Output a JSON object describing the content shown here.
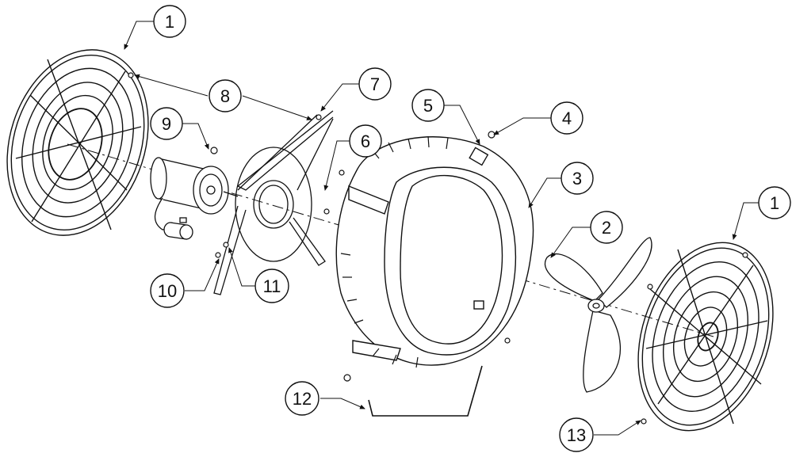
{
  "diagram": {
    "line_color": "#111111",
    "background": "#ffffff",
    "callouts": [
      {
        "id": "c1a",
        "label": "1"
      },
      {
        "id": "c1b",
        "label": "1"
      },
      {
        "id": "c2",
        "label": "2"
      },
      {
        "id": "c3",
        "label": "3"
      },
      {
        "id": "c4",
        "label": "4"
      },
      {
        "id": "c5",
        "label": "5"
      },
      {
        "id": "c6",
        "label": "6"
      },
      {
        "id": "c7",
        "label": "7"
      },
      {
        "id": "c8",
        "label": "8"
      },
      {
        "id": "c9",
        "label": "9"
      },
      {
        "id": "c10",
        "label": "10"
      },
      {
        "id": "c11",
        "label": "11"
      },
      {
        "id": "c12",
        "label": "12"
      },
      {
        "id": "c13",
        "label": "13"
      }
    ]
  }
}
